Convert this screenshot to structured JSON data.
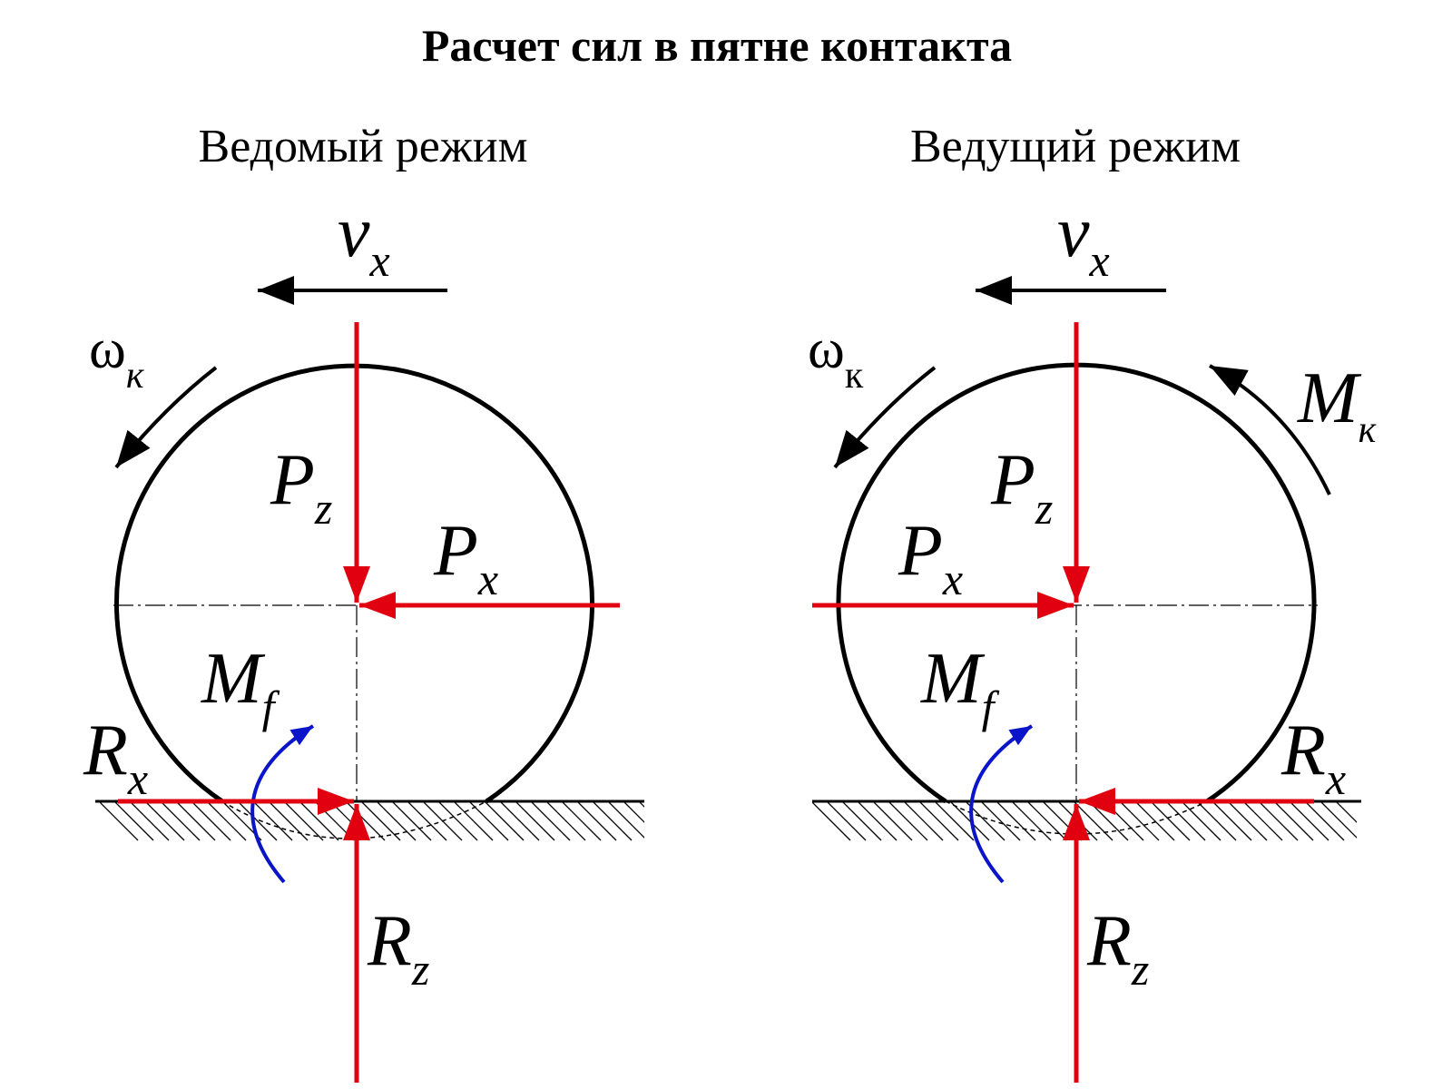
{
  "title": "Расчет сил в пятне контакта",
  "colors": {
    "force": "#e0000f",
    "moment": "#0a14c8",
    "line": "#000000"
  },
  "panels": [
    {
      "subtitle": "Ведомый режим",
      "velocity": {
        "symbol": "v",
        "sub": "x"
      },
      "omega": {
        "symbol": "ω",
        "sub": "к"
      },
      "Pz": {
        "symbol": "P",
        "sub": "z"
      },
      "Px": {
        "symbol": "P",
        "sub": "x"
      },
      "Mf": {
        "symbol": "M",
        "sub": "f"
      },
      "Rx": {
        "symbol": "R",
        "sub": "x"
      },
      "Rz": {
        "symbol": "R",
        "sub": "z"
      }
    },
    {
      "subtitle": "Ведущий режим",
      "velocity": {
        "symbol": "v",
        "sub": "x"
      },
      "omega": {
        "symbol": "ω",
        "sub": "к"
      },
      "Mk": {
        "symbol": "M",
        "sub": "к"
      },
      "Pz": {
        "symbol": "P",
        "sub": "z"
      },
      "Px": {
        "symbol": "P",
        "sub": "x"
      },
      "Mf": {
        "symbol": "M",
        "sub": "f"
      },
      "Rx": {
        "symbol": "R",
        "sub": "x"
      },
      "Rz": {
        "symbol": "R",
        "sub": "z"
      }
    }
  ]
}
